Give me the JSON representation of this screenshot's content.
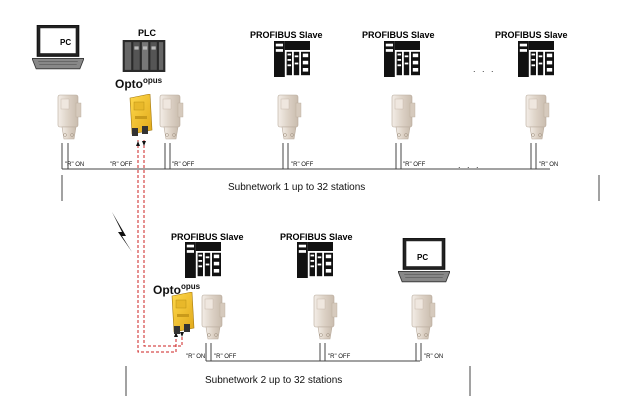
{
  "pc_label": "PC",
  "plc_label": "PLC",
  "slave_label": "PROFIBUS Slave",
  "opto": {
    "main": "Opto",
    "sup": "opus"
  },
  "r_labels": {
    "on": "\"R\" ON",
    "off": "\"R\" OFF"
  },
  "ellipsis": ". . .",
  "subnet1": "Subnetwork 1 up to 32 stations",
  "subnet2": "Subnetwork 2 up to 32 stations",
  "colors": {
    "bus": "#444444",
    "fiber": "#cc2222",
    "opto": "#f2c230",
    "connector": "#e6dcd2"
  }
}
